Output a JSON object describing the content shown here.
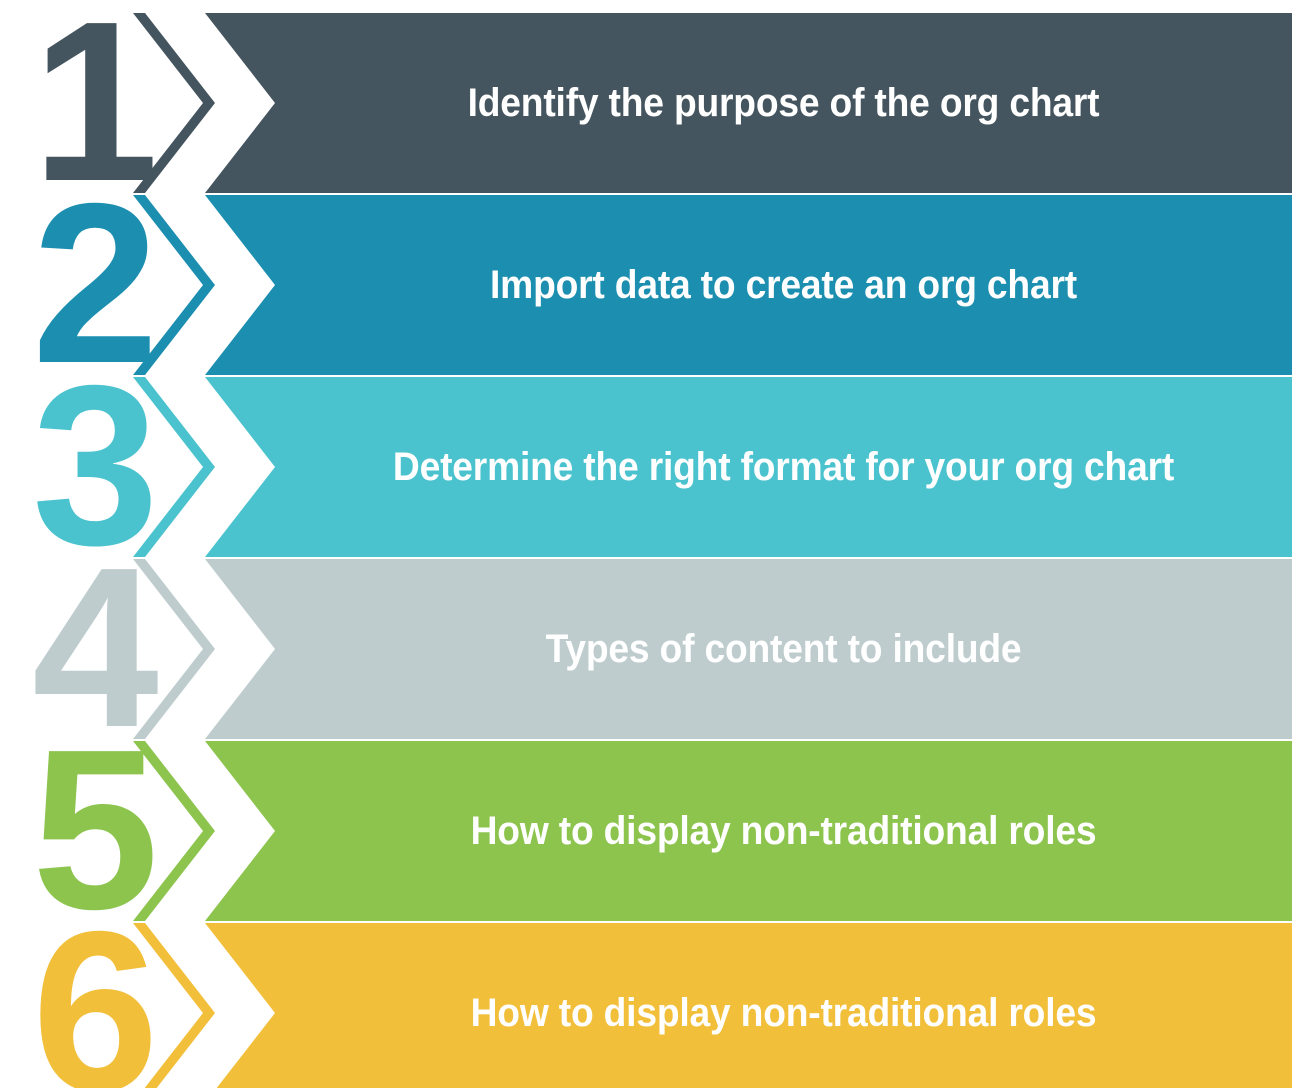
{
  "infographic": {
    "type": "chevron-process-list",
    "background_color": "#FFFFFF",
    "steps": [
      {
        "number": "1",
        "label": "Identify the purpose of the org chart",
        "color": "#45555F",
        "text_color": "#FFFFFF"
      },
      {
        "number": "2",
        "label": "Import data to create an org chart",
        "color": "#1C8FB0",
        "text_color": "#FFFFFF"
      },
      {
        "number": "3",
        "label": "Determine the right format for your org chart",
        "color": "#4BC3CF",
        "text_color": "#FFFFFF"
      },
      {
        "number": "4",
        "label": "Types of content to include",
        "color": "#BECCCE",
        "text_color": "#FFFFFF"
      },
      {
        "number": "5",
        "label": "How to display non-traditional roles",
        "color": "#8CC44E",
        "text_color": "#FFFFFF"
      },
      {
        "number": "6",
        "label": "How to display non-traditional roles",
        "color": "#F2BF3A",
        "text_color": "#FFFFFF"
      }
    ]
  }
}
